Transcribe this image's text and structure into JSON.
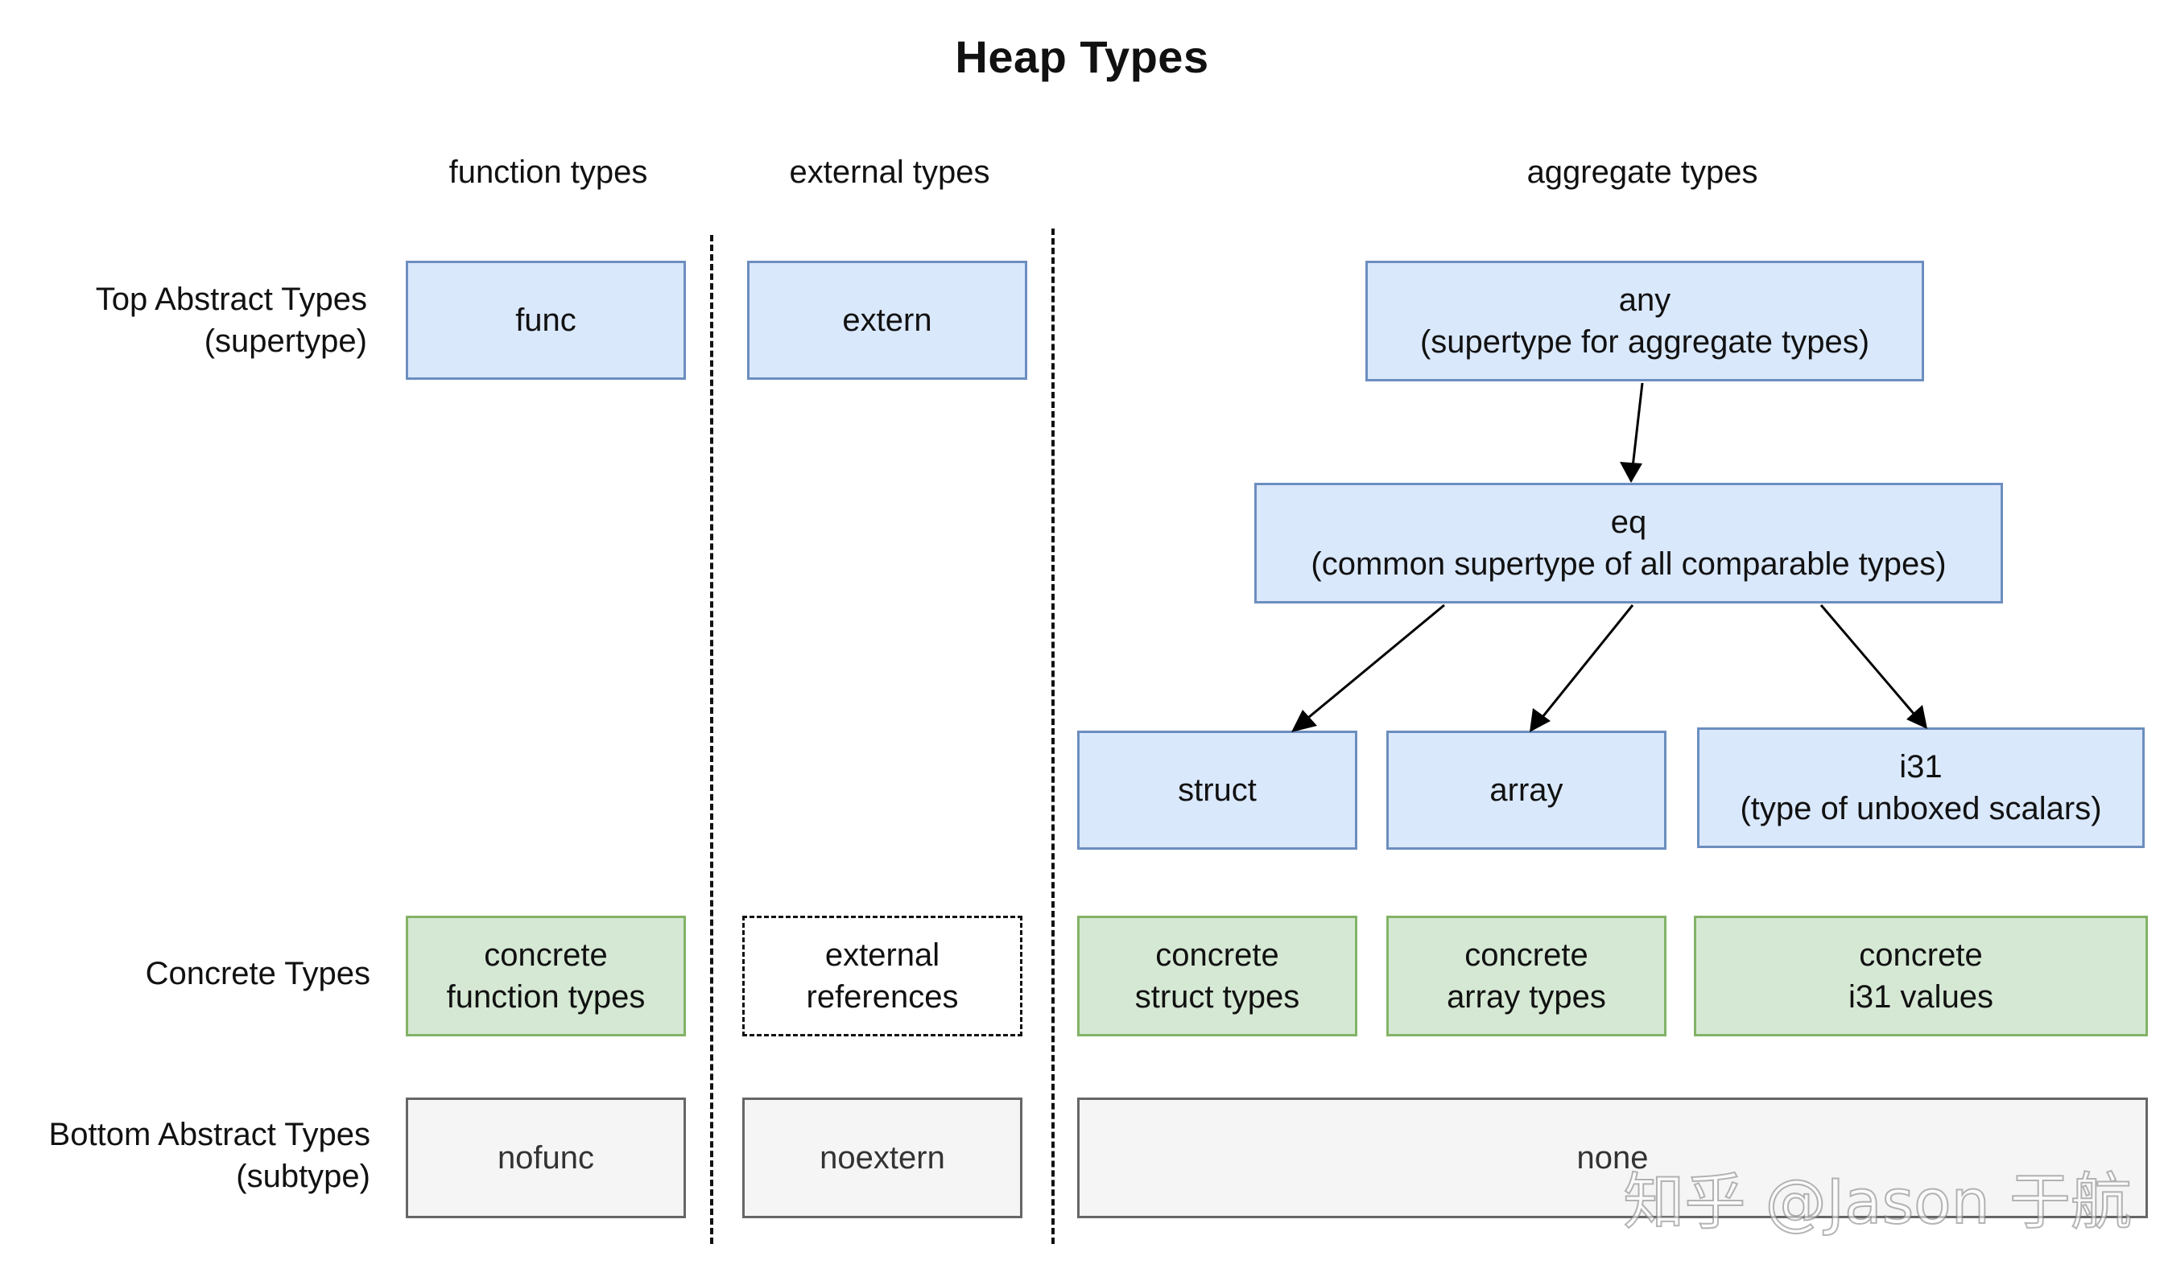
{
  "title": "Heap Types",
  "columns": {
    "function": "function types",
    "external": "external types",
    "aggregate": "aggregate types"
  },
  "rows": {
    "top": [
      "Top Abstract Types",
      "(supertype)"
    ],
    "concrete": [
      "Concrete Types"
    ],
    "bottom": [
      "Bottom Abstract Types",
      "(subtype)"
    ]
  },
  "nodes": {
    "func": [
      "func"
    ],
    "extern": [
      "extern"
    ],
    "any": [
      "any",
      "(supertype for aggregate types)"
    ],
    "eq": [
      "eq",
      "(common supertype of all comparable types)"
    ],
    "struct": [
      "struct"
    ],
    "array": [
      "array"
    ],
    "i31": [
      "i31",
      "(type of unboxed scalars)"
    ],
    "concrete_func": [
      "concrete",
      "function types"
    ],
    "external_refs": [
      "external",
      "references"
    ],
    "concrete_struct": [
      "concrete",
      "struct types"
    ],
    "concrete_array": [
      "concrete",
      "array types"
    ],
    "concrete_i31": [
      "concrete",
      "i31 values"
    ],
    "nofunc": [
      "nofunc"
    ],
    "noextern": [
      "noextern"
    ],
    "none": [
      "none"
    ]
  },
  "edges": [
    {
      "from": "any",
      "to": "eq"
    },
    {
      "from": "eq",
      "to": "struct"
    },
    {
      "from": "eq",
      "to": "array"
    },
    {
      "from": "eq",
      "to": "i31"
    }
  ],
  "colors": {
    "abstract_fill": "#dae8fc",
    "abstract_stroke": "#6c8ebf",
    "concrete_fill": "#d5e8d4",
    "concrete_stroke": "#82b366",
    "bottom_fill": "#f5f5f5",
    "bottom_stroke": "#666666"
  },
  "watermark": "知乎 @Jason 于航"
}
